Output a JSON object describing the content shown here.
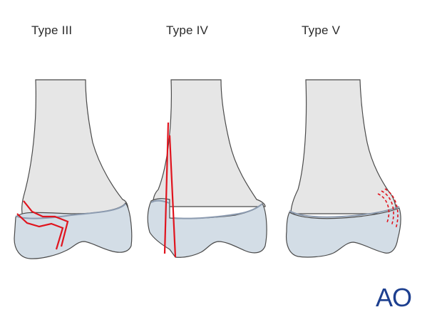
{
  "panels": [
    {
      "title": "Type III"
    },
    {
      "title": "Type IV"
    },
    {
      "title": "Type V"
    }
  ],
  "logo": {
    "text": "AO",
    "color": "#1d3f8f"
  },
  "colors": {
    "shaft_fill": "#e6e6e6",
    "epiphysis_fill": "#d3dde6",
    "outline": "#4a4a4a",
    "physis_line": "#8c9bb0",
    "fracture": "#e0141e"
  }
}
